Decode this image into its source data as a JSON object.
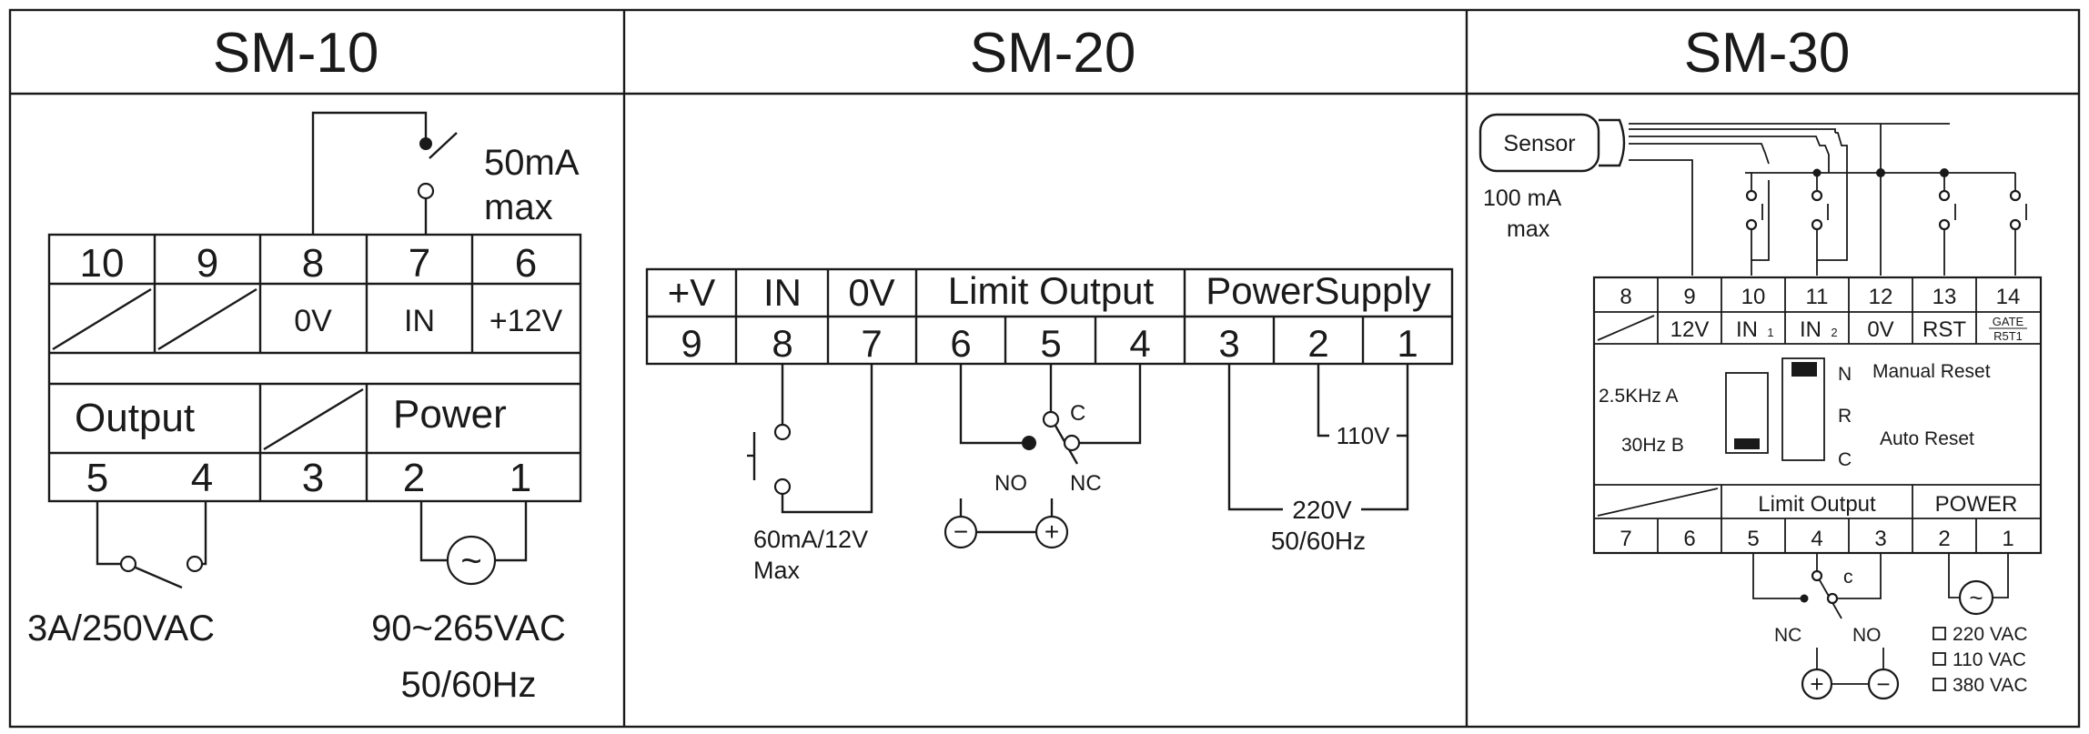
{
  "panels": {
    "sm10": {
      "title": "SM-10",
      "top_numbers": [
        "10",
        "9",
        "8",
        "7",
        "6"
      ],
      "top_labels": [
        "0V",
        "IN",
        "+12V"
      ],
      "switch_rating": [
        "50mA",
        "max"
      ],
      "output_label": "Output",
      "power_label": "Power",
      "bottom_numbers": [
        "5",
        "4",
        "3",
        "2",
        "1"
      ],
      "output_rating": "3A/250VAC",
      "power_rating": [
        "90~265VAC",
        "50/60Hz"
      ],
      "ac_symbol": "~"
    },
    "sm20": {
      "title": "SM-20",
      "headers": [
        "+V",
        "IN",
        "0V",
        "Limit Output",
        "PowerSupply"
      ],
      "numbers": [
        "9",
        "8",
        "7",
        "6",
        "5",
        "4",
        "3",
        "2",
        "1"
      ],
      "input_rating": [
        "60mA/12V",
        "Max"
      ],
      "relay_c": "C",
      "relay_no": "NO",
      "relay_nc": "NC",
      "minus_sign": "−",
      "plus_sign": "+",
      "v110": "110V",
      "v220": [
        "220V",
        "50/60Hz"
      ]
    },
    "sm30": {
      "title": "SM-30",
      "sensor_label": "Sensor",
      "sensor_rating": [
        "100 mA",
        "max"
      ],
      "top_numbers": [
        "8",
        "9",
        "10",
        "11",
        "12",
        "13",
        "14"
      ],
      "top_labels": {
        "v12": "12V",
        "in1": "IN",
        "in1_sub": "1",
        "in2": "IN",
        "in2_sub": "2",
        "v0": "0V",
        "rst": "RST",
        "gate": "GATE",
        "rst1": "R5T1"
      },
      "freq_a": "2.5KHz  A",
      "freq_b": "30Hz  B",
      "mode_n": "N",
      "mode_r": "R",
      "mode_c": "C",
      "manual_reset": "Manual Reset",
      "auto_reset": "Auto Reset",
      "limit_output": "Limit Output",
      "power_label": "POWER",
      "bottom_numbers": [
        "7",
        "6",
        "5",
        "4",
        "3",
        "2",
        "1"
      ],
      "relay_c": "c",
      "relay_nc": "NC",
      "relay_no": "NO",
      "voltage_options": [
        "220 VAC",
        "110 VAC",
        "380 VAC"
      ],
      "minus_sign": "−",
      "plus_sign": "+",
      "ac_symbol": "~"
    }
  }
}
